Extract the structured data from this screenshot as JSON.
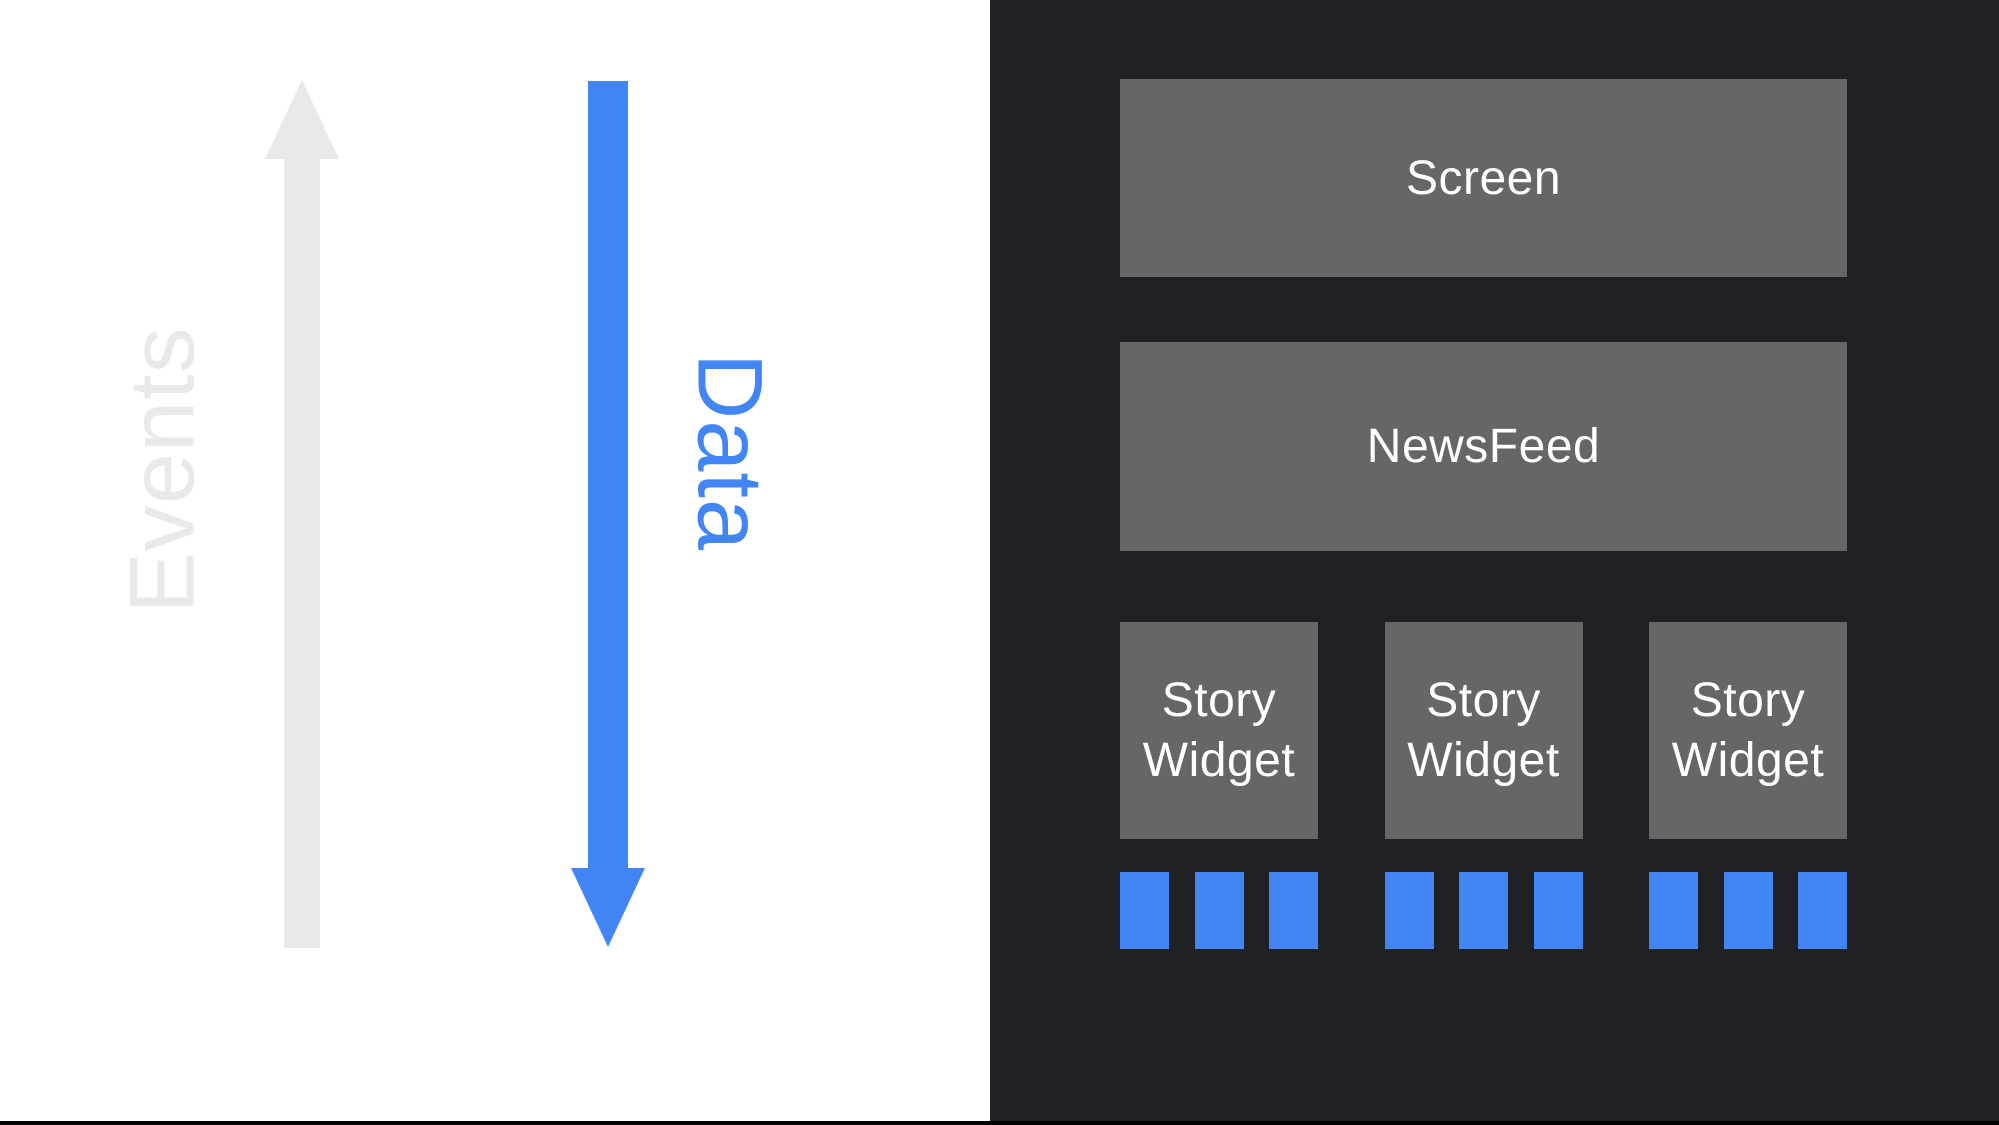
{
  "colors": {
    "page_bg": "#ffffff",
    "panel_bg": "#202124",
    "box_bg": "#666669",
    "box_text": "#ffffff",
    "accent_blue": "#4285f4",
    "muted_gray": "#e9e9e9",
    "border_black": "#000000"
  },
  "flow": {
    "events_label": "Events",
    "events_direction": "up",
    "data_label": "Data",
    "data_direction": "down"
  },
  "widget_tree": {
    "screen_label": "Screen",
    "newsfeed_label": "NewsFeed",
    "story_widgets": [
      {
        "label": "Story Widget",
        "blocks": 3
      },
      {
        "label": "Story Widget",
        "blocks": 3
      },
      {
        "label": "Story Widget",
        "blocks": 3
      }
    ]
  }
}
